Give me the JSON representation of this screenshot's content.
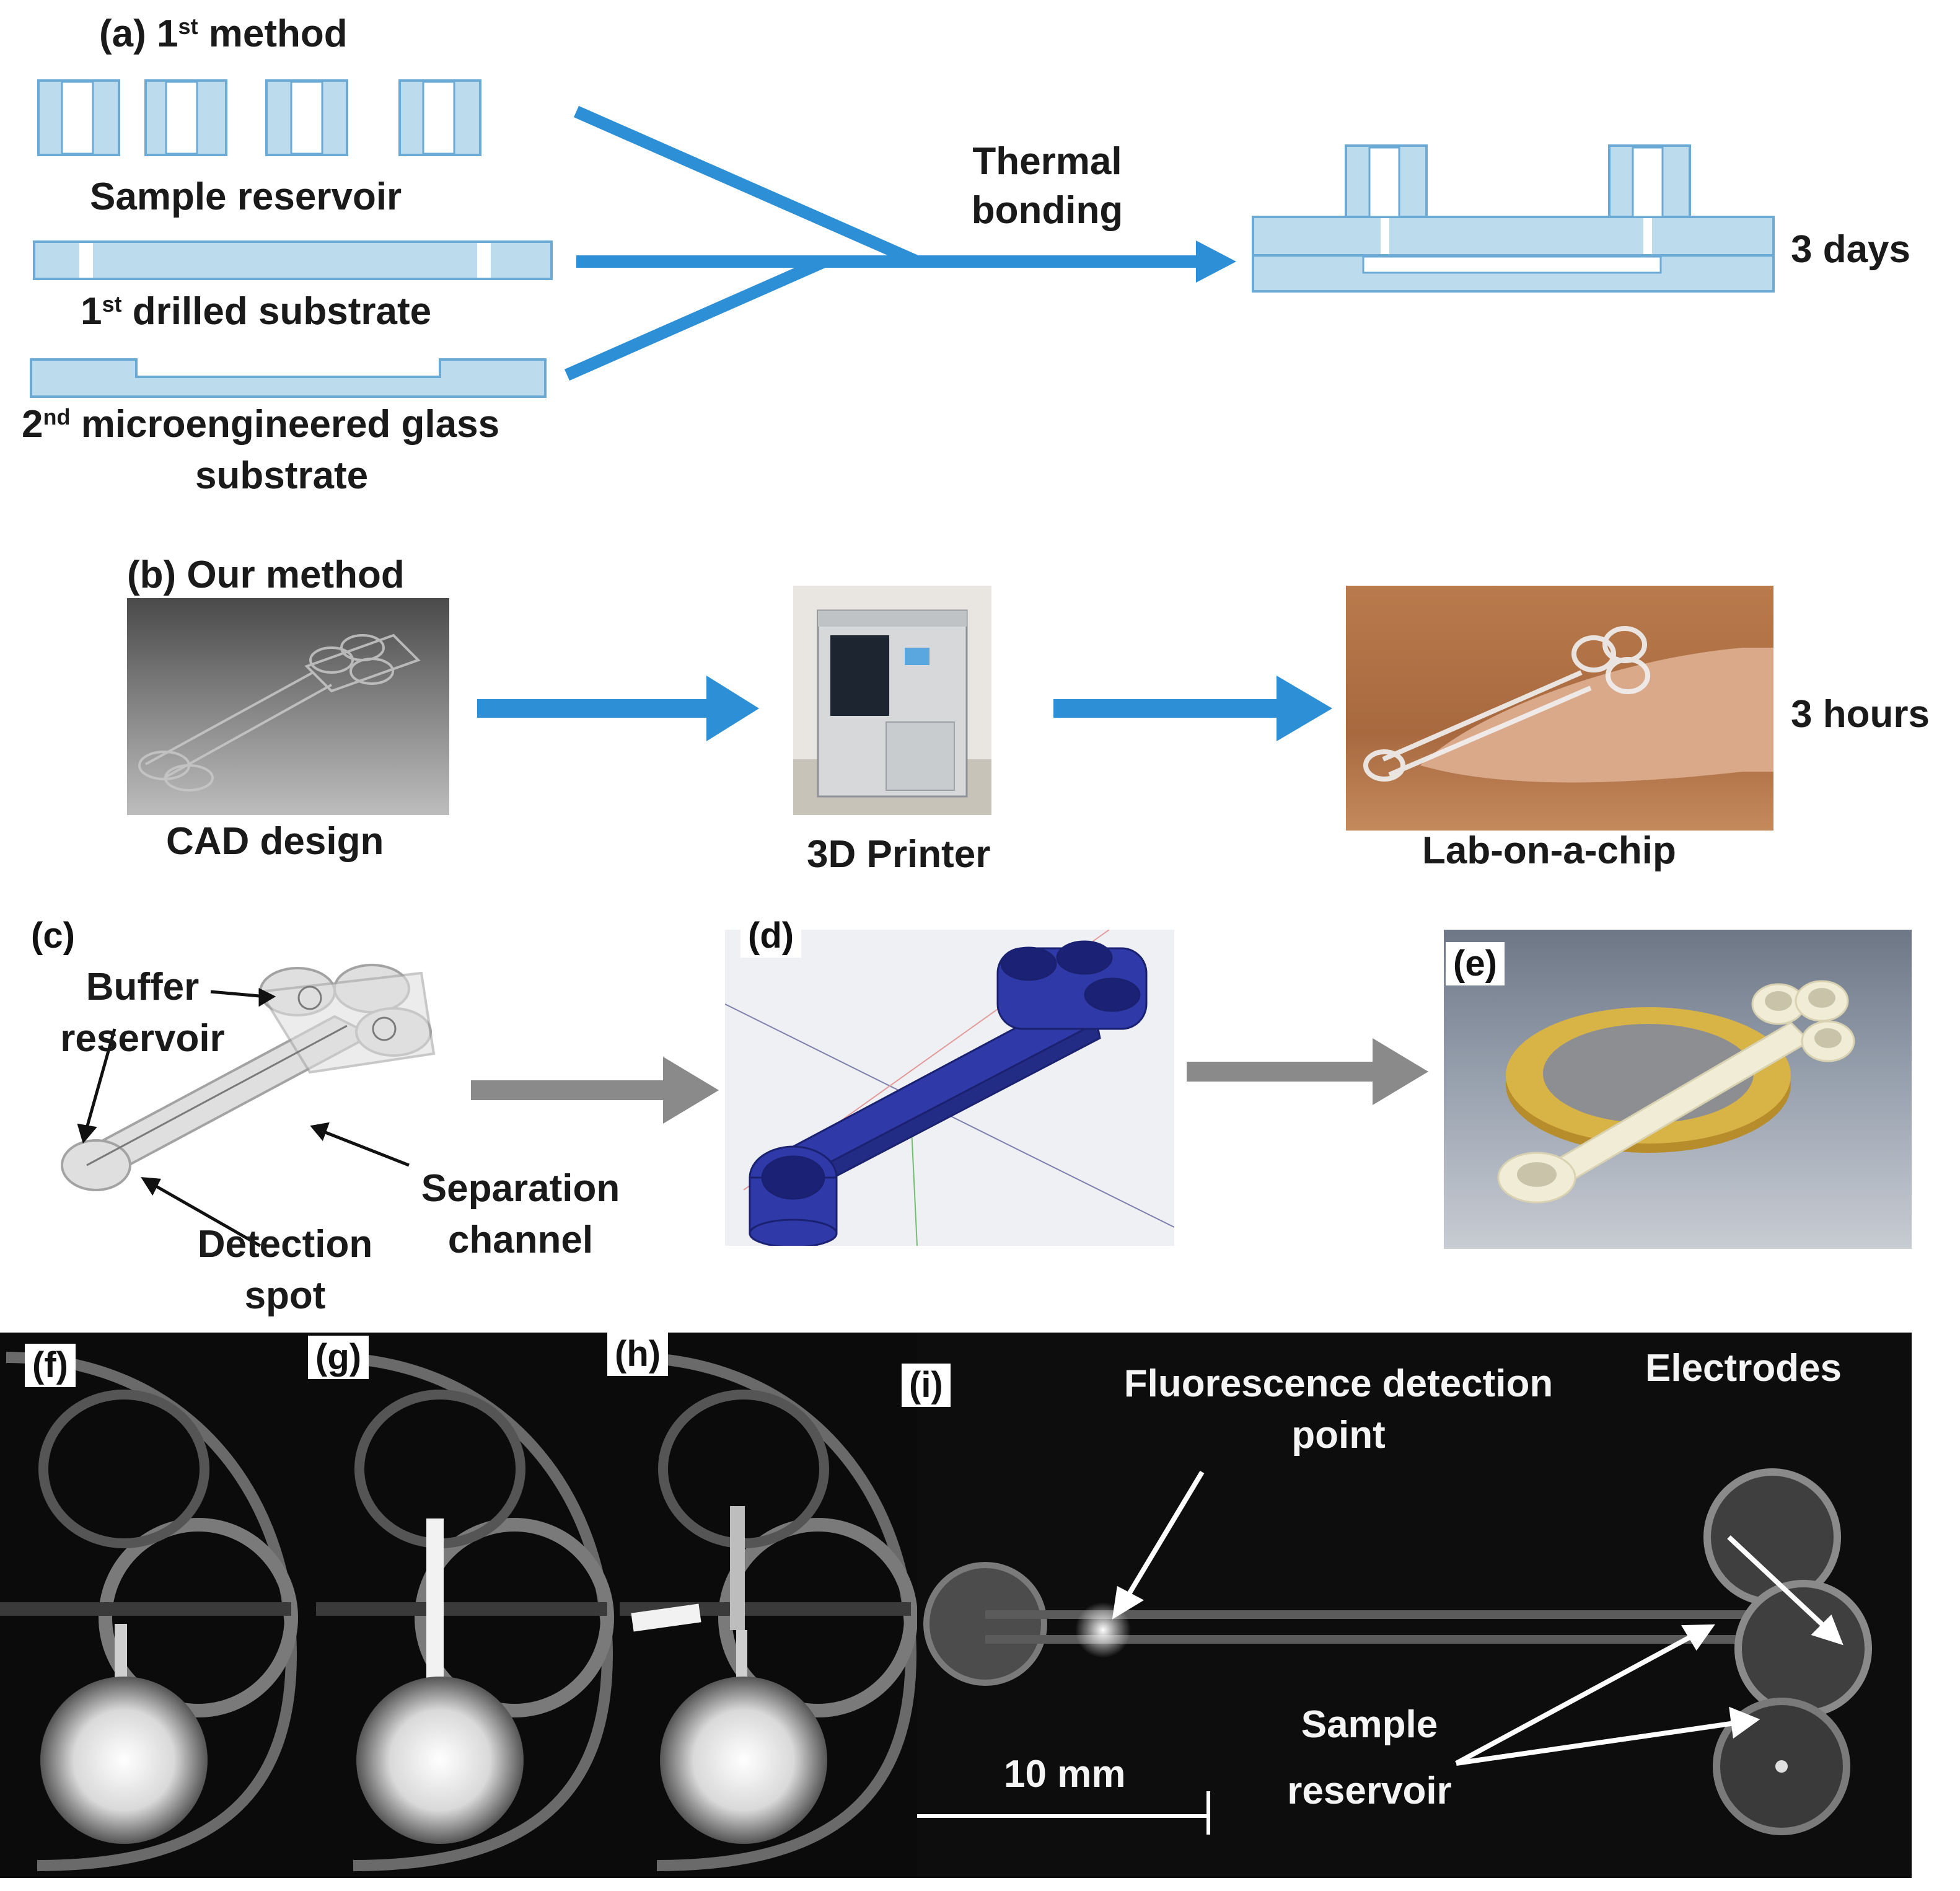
{
  "panel_a": {
    "title_prefix": "(a) 1",
    "title_sup": "st",
    "title_suffix": " method",
    "sample_reservoir": "Sample reservoir",
    "drilled_prefix": "1",
    "drilled_sup": "st",
    "drilled_suffix": " drilled substrate",
    "glass_prefix": "2",
    "glass_sup": "nd",
    "glass_line1_suffix": " microengineered glass",
    "glass_line2": "substrate",
    "thermal_line1": "Thermal",
    "thermal_line2": "bonding",
    "duration": "3 days"
  },
  "panel_b": {
    "title": "(b) Our method",
    "cad": "CAD design",
    "printer": "3D Printer",
    "chip": "Lab-on-a-chip",
    "duration": "3 hours"
  },
  "panel_c": {
    "tag": "(c)",
    "buffer_line1": "Buffer",
    "buffer_line2": "reservoir",
    "separation_line1": "Separation",
    "separation_line2": "channel",
    "detection_line1": "Detection",
    "detection_line2": "spot"
  },
  "panel_d": {
    "tag": "(d)"
  },
  "panel_e": {
    "tag": "(e)"
  },
  "panel_f": {
    "tag": "(f)"
  },
  "panel_g": {
    "tag": "(g)"
  },
  "panel_h": {
    "tag": "(h)"
  },
  "panel_i": {
    "tag": "(i)",
    "fluorescence_line1": "Fluorescence detection",
    "fluorescence_line2": "point",
    "electrodes": "Electrodes",
    "sample_line1": "Sample",
    "sample_line2": "reservoir",
    "scale": "10 mm"
  },
  "colors": {
    "light_blue": "#bcdcee",
    "outline_blue": "#6aaad4",
    "arrow_blue": "#2d8fd5",
    "arrow_gray": "#8a8a8a",
    "chip_blue": "#2f3aa8"
  }
}
